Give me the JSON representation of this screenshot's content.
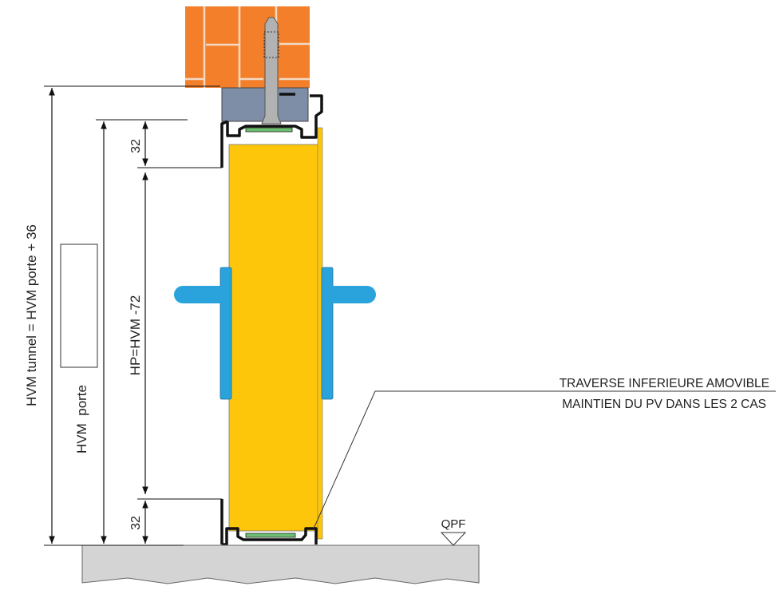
{
  "dimensions": {
    "tunnel_height": "HVM tunnel = HVM porte + 36",
    "door_height": "HVM  porte",
    "leaf_height": "HP=HVM -72",
    "top_gap": "32",
    "bottom_gap": "32"
  },
  "annotation": {
    "line1": "TRAVERSE INFERIEURE AMOVIBLE",
    "line2": "MAINTIEN DU PV DANS LES 2 CAS"
  },
  "floor_level": "QPF",
  "colors": {
    "brick": "#f47f2a",
    "steel": "#7f8ea7",
    "door": "#fdc60a",
    "handle": "#2aa3dc",
    "seal": "#6cc070",
    "floor": "#d4d4d4"
  }
}
